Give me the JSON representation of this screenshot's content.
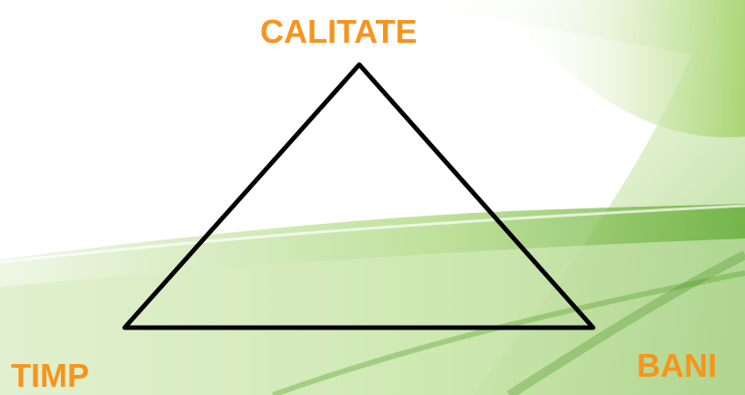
{
  "diagram": {
    "vertices": {
      "top": "CALITATE",
      "bottom_left": "TIMP",
      "bottom_right": "BANI"
    }
  },
  "colors": {
    "label": "#f7941d",
    "triangle_stroke": "#000000",
    "background": "#ffffff",
    "wave_green_dark": "#5aa52a",
    "wave_green_light": "#c7e6a2"
  }
}
